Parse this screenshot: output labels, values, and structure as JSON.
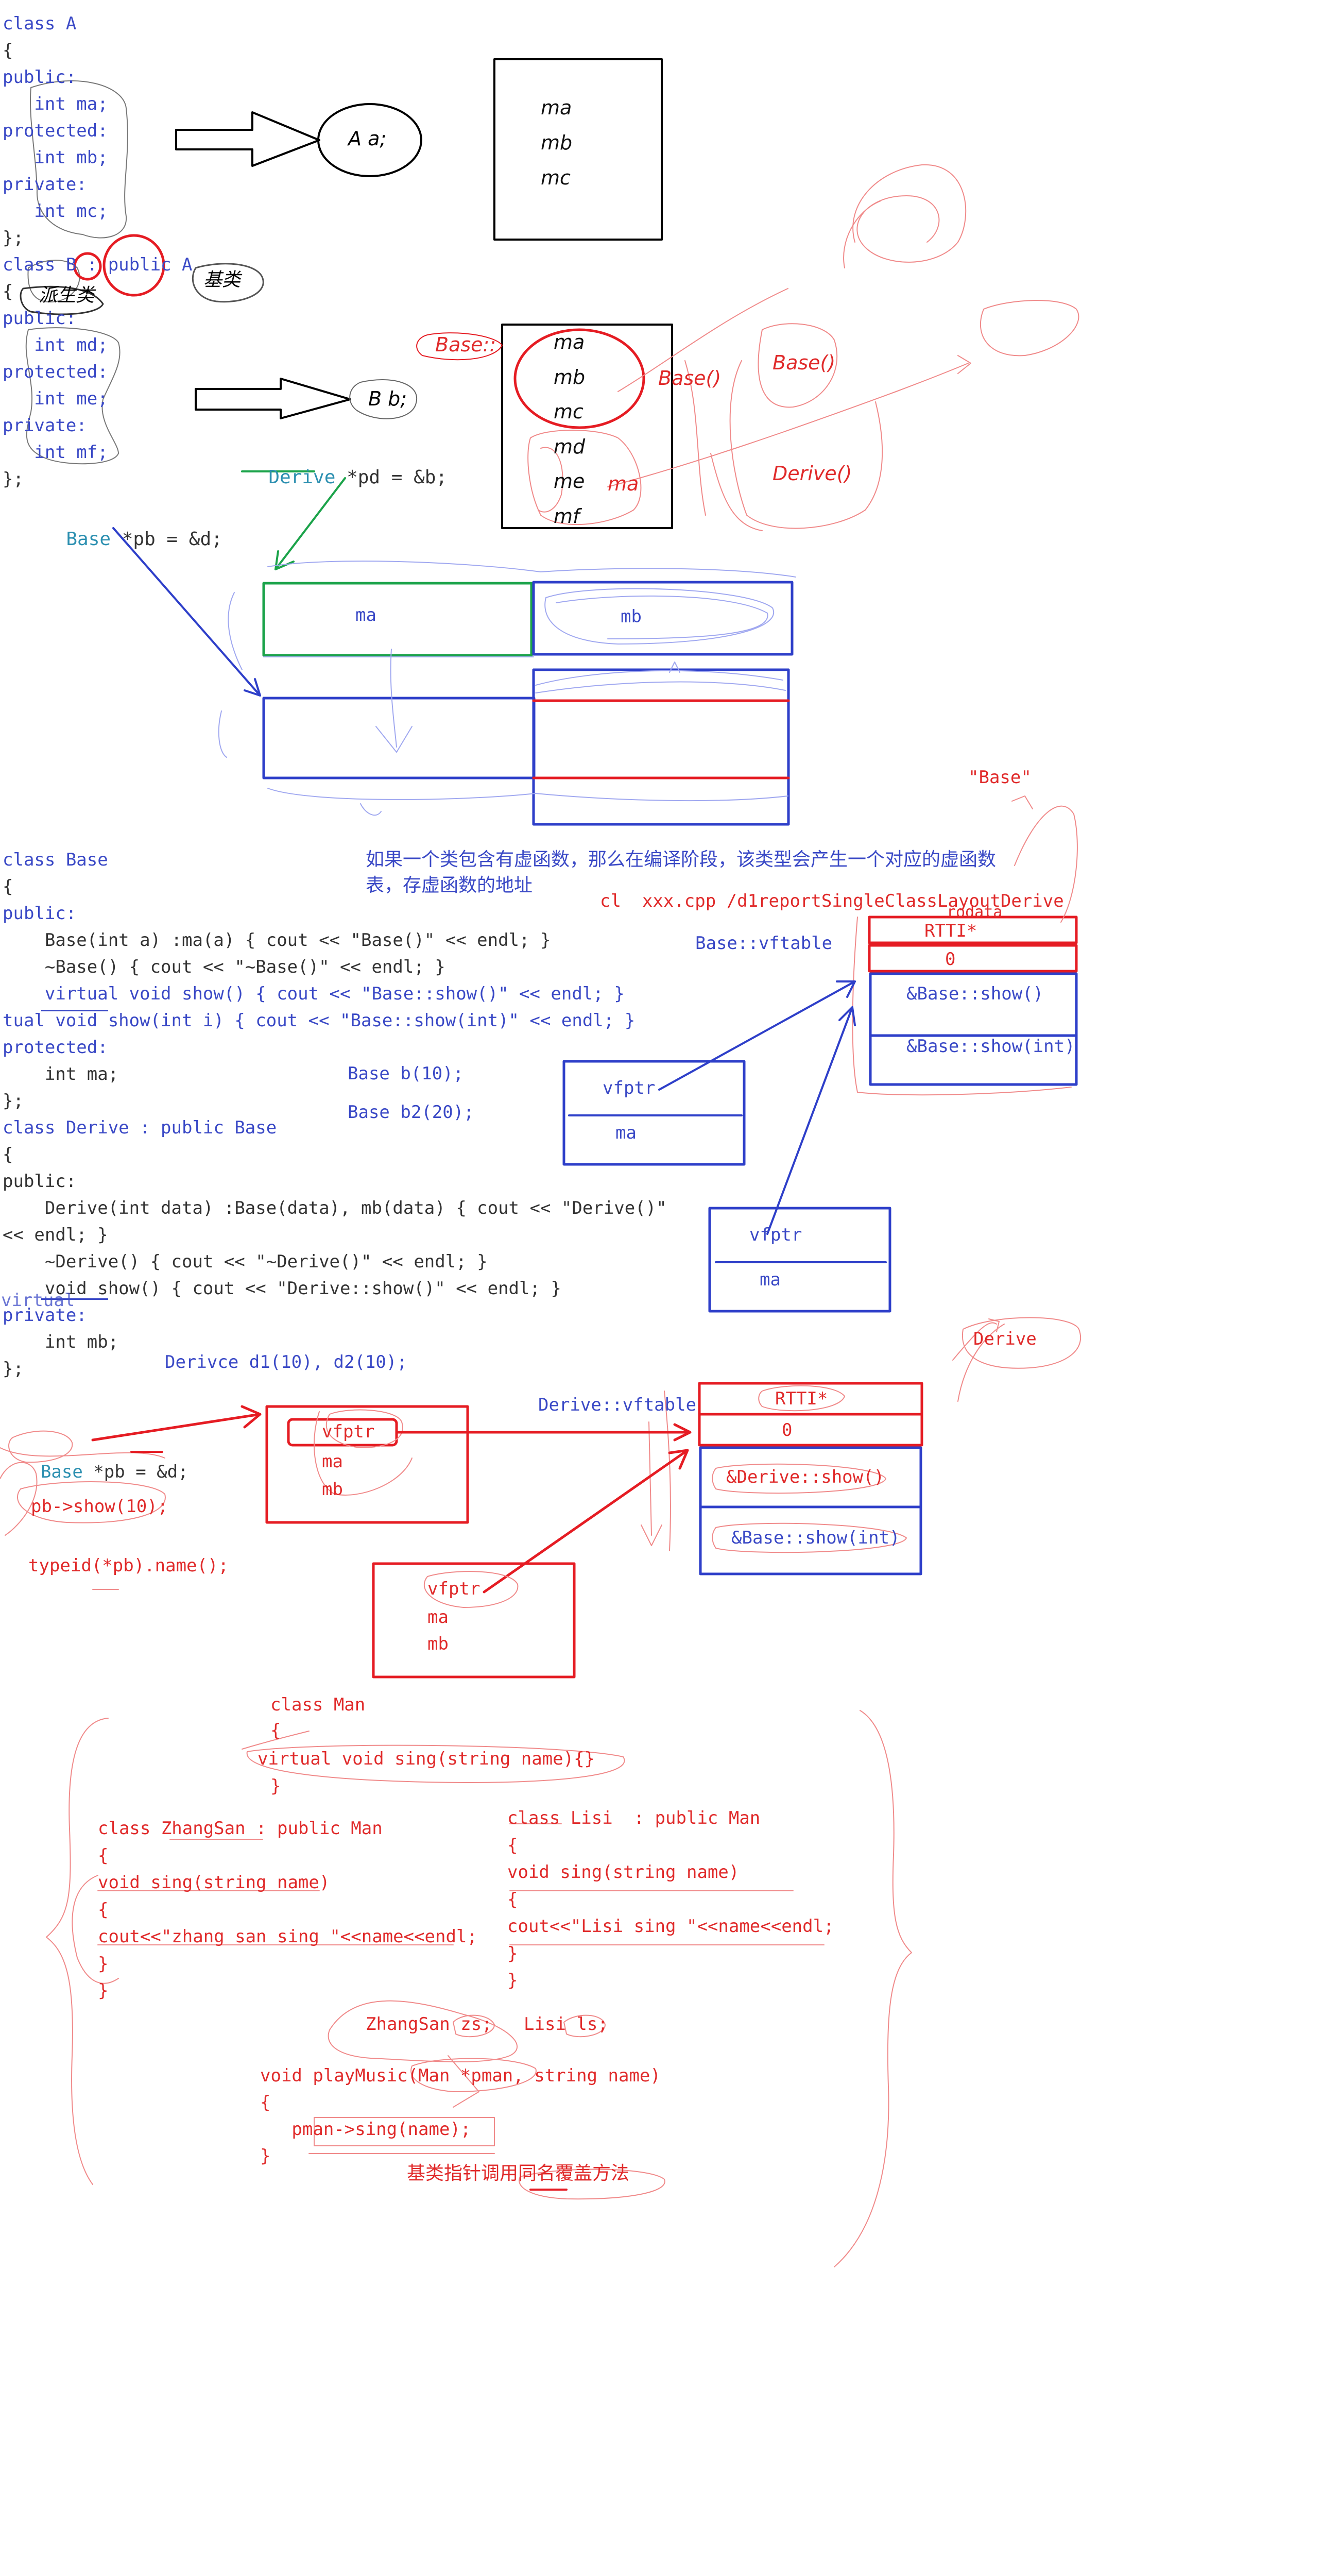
{
  "code_a": [
    {
      "text": "class A",
      "color": "blue"
    },
    {
      "text": "{",
      "color": "dark"
    },
    {
      "text": "public:",
      "color": "blue"
    },
    {
      "text": "   int ma;",
      "color": "blue"
    },
    {
      "text": "protected:",
      "color": "blue"
    },
    {
      "text": "   int mb;",
      "color": "blue"
    },
    {
      "text": "private:",
      "color": "blue"
    },
    {
      "text": "   int mc;",
      "color": "blue"
    },
    {
      "text": "};",
      "color": "dark"
    },
    {
      "text": "class B : public A",
      "color": "blue"
    },
    {
      "text": "{",
      "color": "dark"
    },
    {
      "text": "public:",
      "color": "blue"
    },
    {
      "text": "   int md;",
      "color": "blue"
    },
    {
      "text": "protected:",
      "color": "blue"
    },
    {
      "text": "   int me;",
      "color": "blue"
    },
    {
      "text": "private:",
      "color": "blue"
    },
    {
      "text": "   int mf;",
      "color": "blue"
    },
    {
      "text": "};",
      "color": "dark"
    }
  ],
  "ann_derived_class": "派生类",
  "ann_base_class": "基类",
  "obj_a": "A a;",
  "obj_b": "B b;",
  "box_a_fields": [
    "ma",
    "mb",
    "mc"
  ],
  "box_b_fields": [
    "ma",
    "mb",
    "mc",
    "md",
    "me",
    "mf"
  ],
  "ann_base_scope": "Base::",
  "ann_base_ctor": "Base()",
  "ann_base_ctor2": "Base()",
  "ann_derive_ctor": "Derive()",
  "ann_ma": "ma",
  "derive_ptr": {
    "type": "Derive",
    "rest": " *pd = &b;"
  },
  "base_ptr": {
    "type": "Base",
    "rest": " *pb = &d;"
  },
  "mem_ma": "ma",
  "mem_mb": "mb",
  "vtable_note_line1": "如果一个类包含有虚函数，那么在编译阶段，该类型会产生一个对应的虚函数",
  "vtable_note_line2": "表，存虚函数的地址",
  "cl_command": "cl  xxx.cpp /d1reportSingleClassLayoutDerive",
  "base_string_label": "\"Base\"",
  "rodata_label": "rodata",
  "base_vftable_label": "Base::vftable",
  "base_vftable_rows": [
    "RTTI*",
    "0",
    "&Base::show()",
    "&Base::show(int)"
  ],
  "code_base": [
    "class Base",
    "{",
    "public:",
    "    Base(int a) :ma(a) { cout << \"Base()\" << endl; }",
    "    ~Base() { cout << \"~Base()\" << endl; }",
    "    virtual void show() { cout << \"Base::show()\" << endl; }",
    "tual void show(int i) { cout << \"Base::show(int)\" << endl; }",
    "protected:",
    "    int ma;",
    "};",
    "class Derive : public Base",
    "{",
    "public:",
    "    Derive(int data) :Base(data), mb(data) { cout << \"Derive()\"",
    "<< endl; }",
    "    ~Derive() { cout << \"~Derive()\" << endl; }",
    "    void show() { cout << \"Derive::show()\" << endl; }",
    "private:",
    "    int mb;",
    "};"
  ],
  "virtual_overlay": "virtual",
  "base_b_decl": "Base b(10);",
  "base_b2_decl": "Base b2(20);",
  "obj_vfptr_fields": [
    "vfptr",
    "ma"
  ],
  "derive_decl": "Derivce d1(10), d2(10);",
  "derive_vftable_label": "Derive::vftable",
  "derive_string_label": "Derive",
  "derive_vftable_rows": [
    "RTTI*",
    "0",
    "&Derive::show()",
    "&Base::show(int)"
  ],
  "derive_obj_fields": [
    "vfptr",
    "ma",
    "mb"
  ],
  "base_pb": {
    "type": "Base",
    "rest": " *pb = &d;"
  },
  "pb_show": "pb->show(10);",
  "typeid_line": "typeid(*pb).name();",
  "man_code": {
    "class_man": "class Man",
    "open": "{",
    "virtual_sing": "virtual void sing(string name){}",
    "close": "}",
    "zhangsan_lines": [
      "class ZhangSan : public Man",
      "{",
      "void sing(string name)",
      "{",
      "cout<<\"zhang san sing \"<<name<<endl;",
      "}",
      "}"
    ],
    "lisi_lines": [
      "class Lisi  : public Man",
      "{",
      "void sing(string name)",
      "{",
      "cout<<\"Lisi sing \"<<name<<endl;",
      "}",
      "}"
    ],
    "objects": "ZhangSan zs;   Lisi ls;",
    "play_lines": [
      "void playMusic(Man *pman, string name)",
      "{",
      "   pman->sing(name);",
      "}"
    ],
    "note": "基类指针调用同名覆盖方法"
  }
}
